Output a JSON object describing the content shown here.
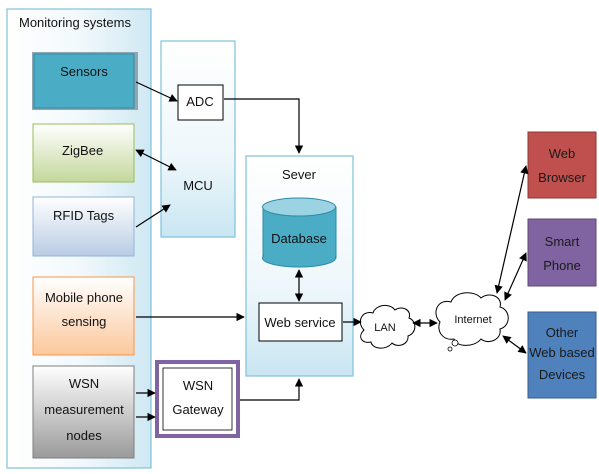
{
  "monitoring": {
    "title": "Monitoring systems"
  },
  "sensors": {
    "label": "Sensors"
  },
  "zigbee": {
    "label": "ZigBee"
  },
  "rfid": {
    "label": "RFID Tags"
  },
  "mobile": {
    "line1": "Mobile phone",
    "line2": "sensing"
  },
  "wsn_nodes": {
    "line1": "WSN",
    "line2": "measurement",
    "line3": "nodes"
  },
  "adc": {
    "label": "ADC"
  },
  "mcu": {
    "label": "MCU"
  },
  "wsn_gateway": {
    "line1": "WSN",
    "line2": "Gateway"
  },
  "server": {
    "label": "Sever"
  },
  "database": {
    "label": "Database"
  },
  "web_service": {
    "label": "Web service"
  },
  "lan": {
    "label": "LAN"
  },
  "internet": {
    "label": "Internet"
  },
  "web_browser": {
    "line1": "Web",
    "line2": "Browser"
  },
  "smart_phone": {
    "line1": "Smart",
    "line2": "Phone"
  },
  "other_devices": {
    "line1": "Other",
    "line2": "Web based",
    "line3": "Devices"
  },
  "colors": {
    "sensors": "#4bacc6",
    "zigbee": "#c4d79b",
    "rfid": "#b8cce4",
    "mobile": "#fbd4b4",
    "wsn_nodes": "#948a54",
    "web_browser": "#c0504d",
    "smart_phone": "#8064a2",
    "other_devices": "#4f81bd",
    "gateway_border": "#7030a0",
    "database": "#4bacc6"
  }
}
